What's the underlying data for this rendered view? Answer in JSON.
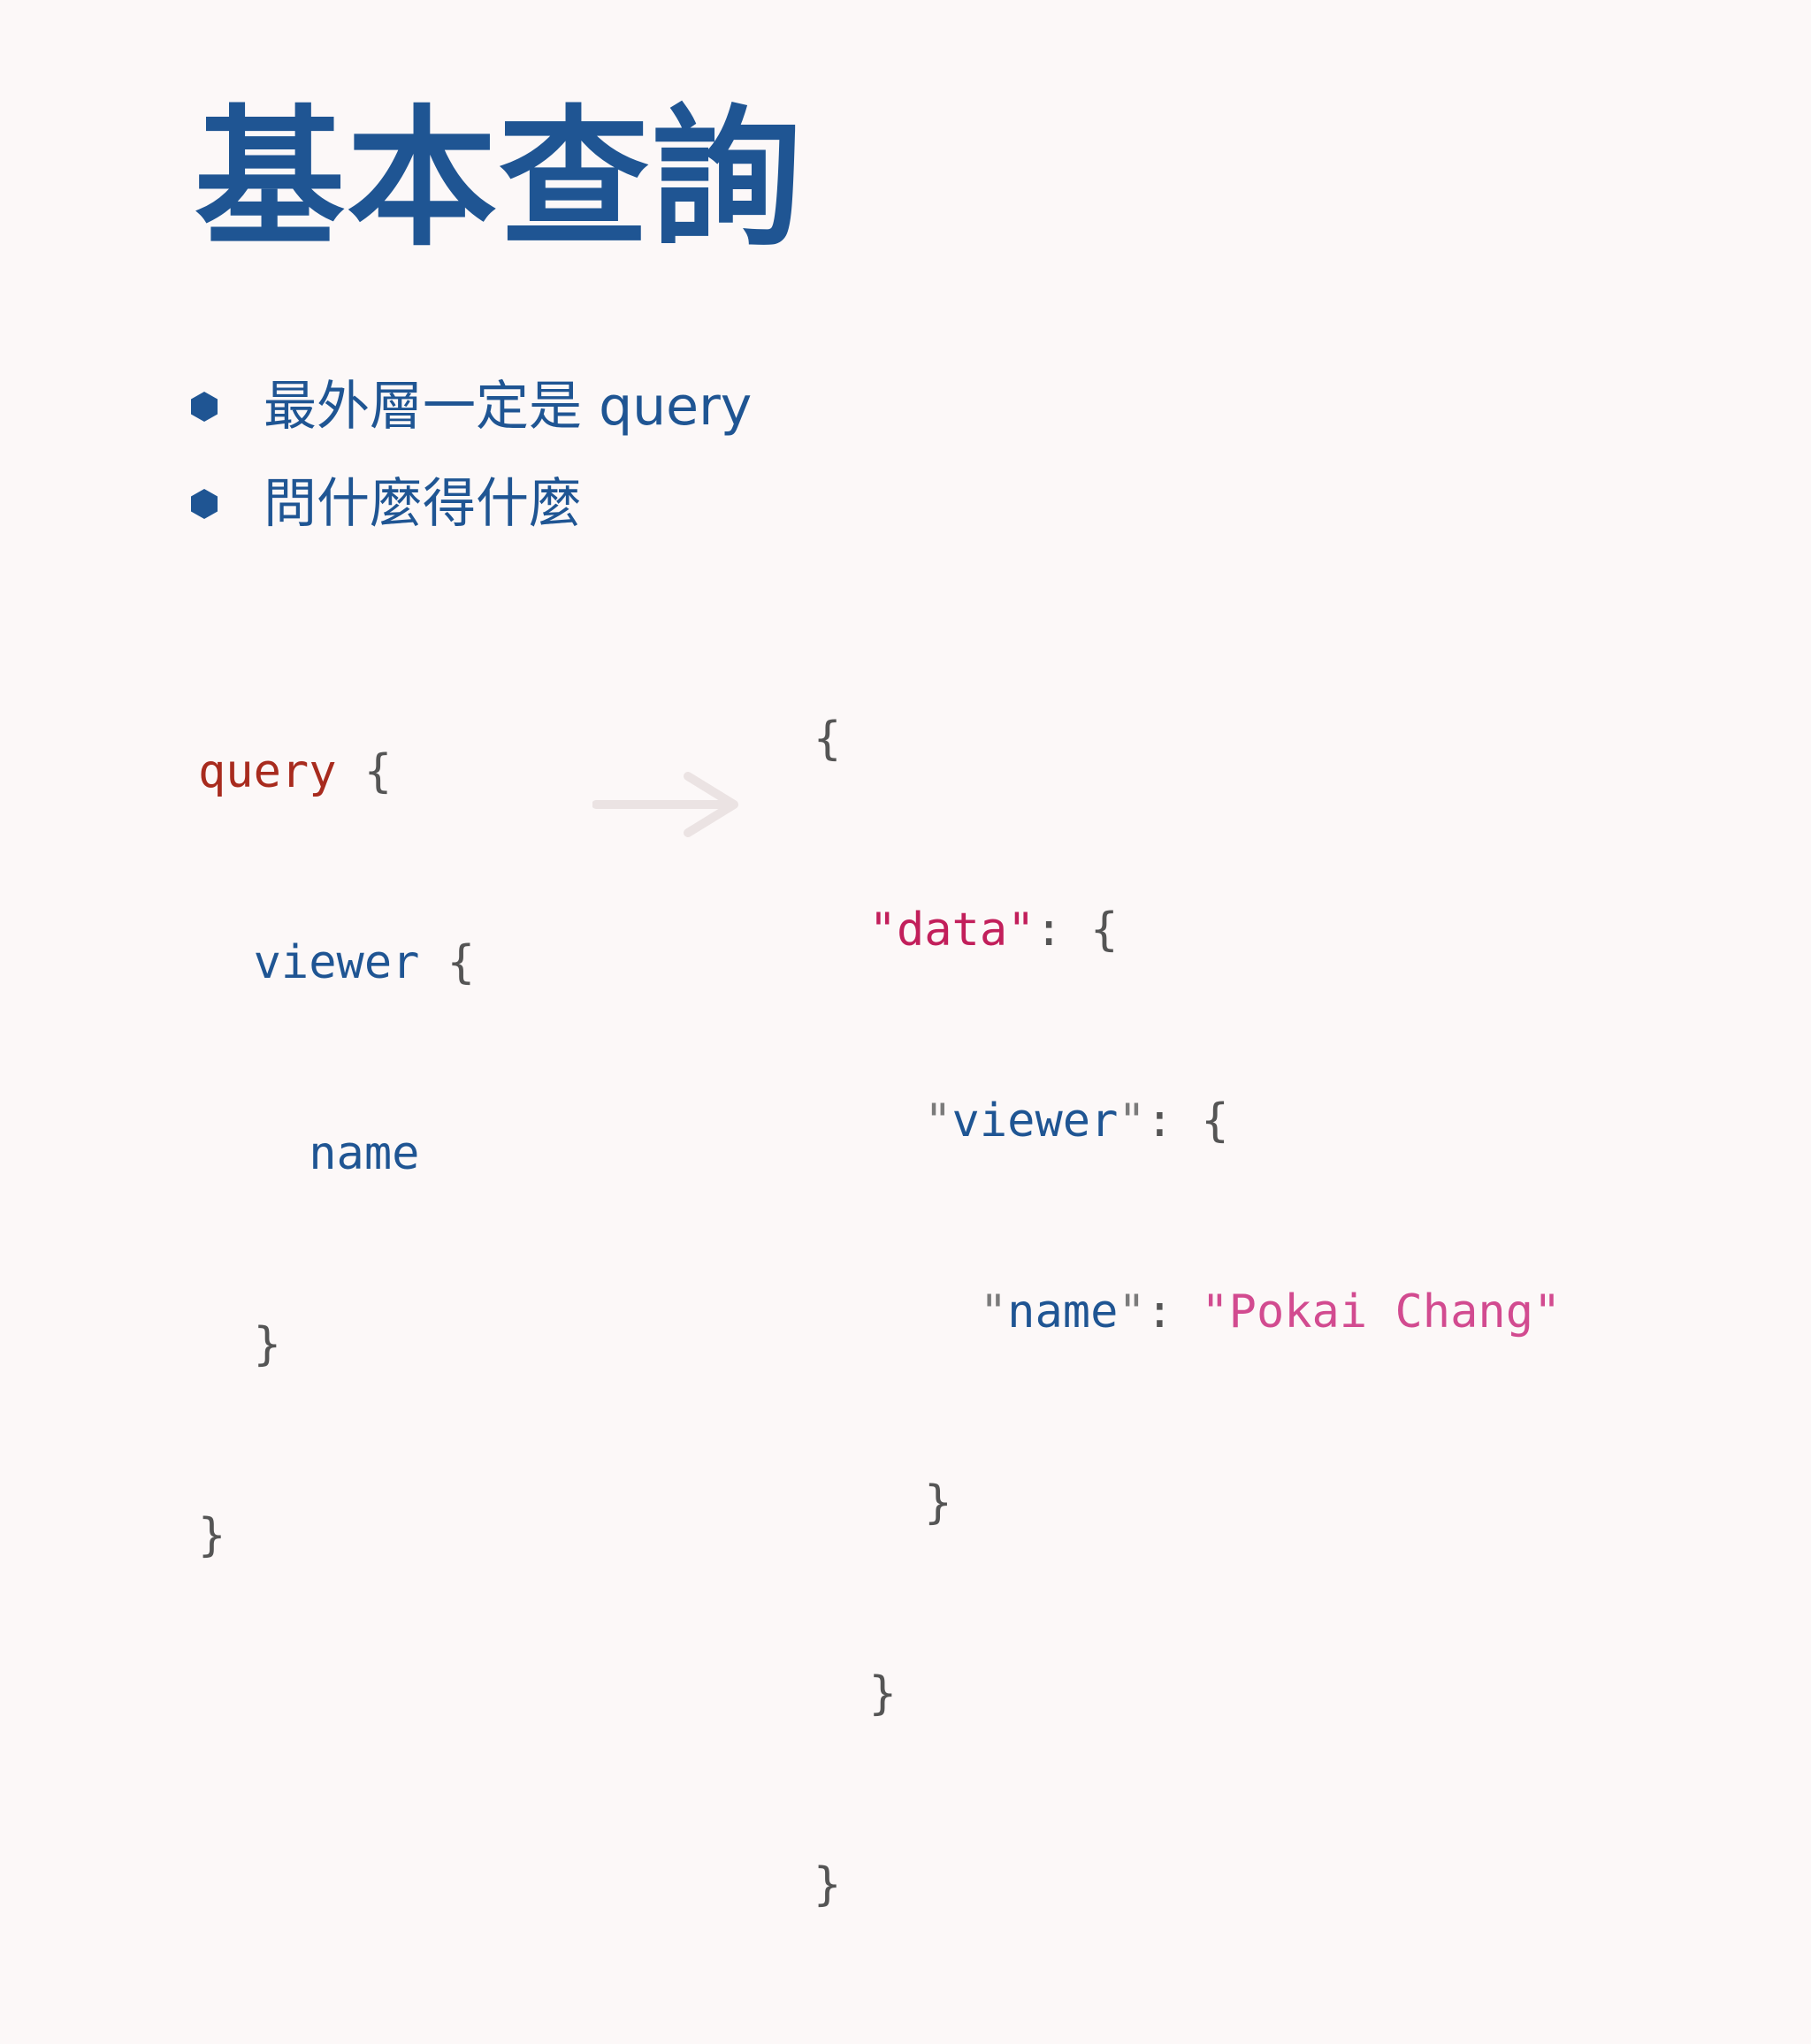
{
  "slide": {
    "title": "基本查詢",
    "bullets": [
      "最外層一定是 query",
      "問什麼得什麼"
    ],
    "query_code": {
      "query_keyword": "query",
      "open_brace": "{",
      "viewer_field": "viewer",
      "name_field": "name",
      "close_brace": "}"
    },
    "response_code": {
      "open_brace": "{",
      "data_key": "data",
      "viewer_key": "viewer",
      "name_key": "name",
      "name_value": "Pokai Chang",
      "close_brace": "}"
    },
    "colors": {
      "title": "#1f5593",
      "bullet": "#1f5593",
      "query_keyword": "#a82b1e",
      "data_key": "#c21f5b",
      "string_value": "#d24b90",
      "background": "#fcf8f8"
    },
    "icons": {
      "bullet": "hexagon-bullet-icon",
      "arrow": "right-arrow-icon"
    }
  }
}
